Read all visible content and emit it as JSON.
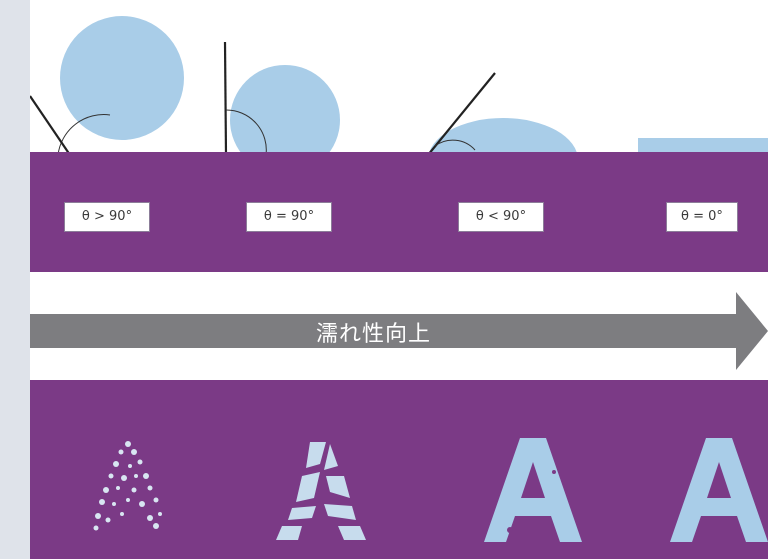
{
  "labels": [
    "θ > 90°",
    "θ = 90°",
    "θ < 90°",
    "θ = 0°"
  ],
  "arrow_text": "濡れ性向上",
  "letter": "A",
  "colors": {
    "purple": "#7b3a86",
    "droplet": "#a9cde8",
    "arrow": "#7d7d80",
    "background": "#dfe3ea"
  }
}
